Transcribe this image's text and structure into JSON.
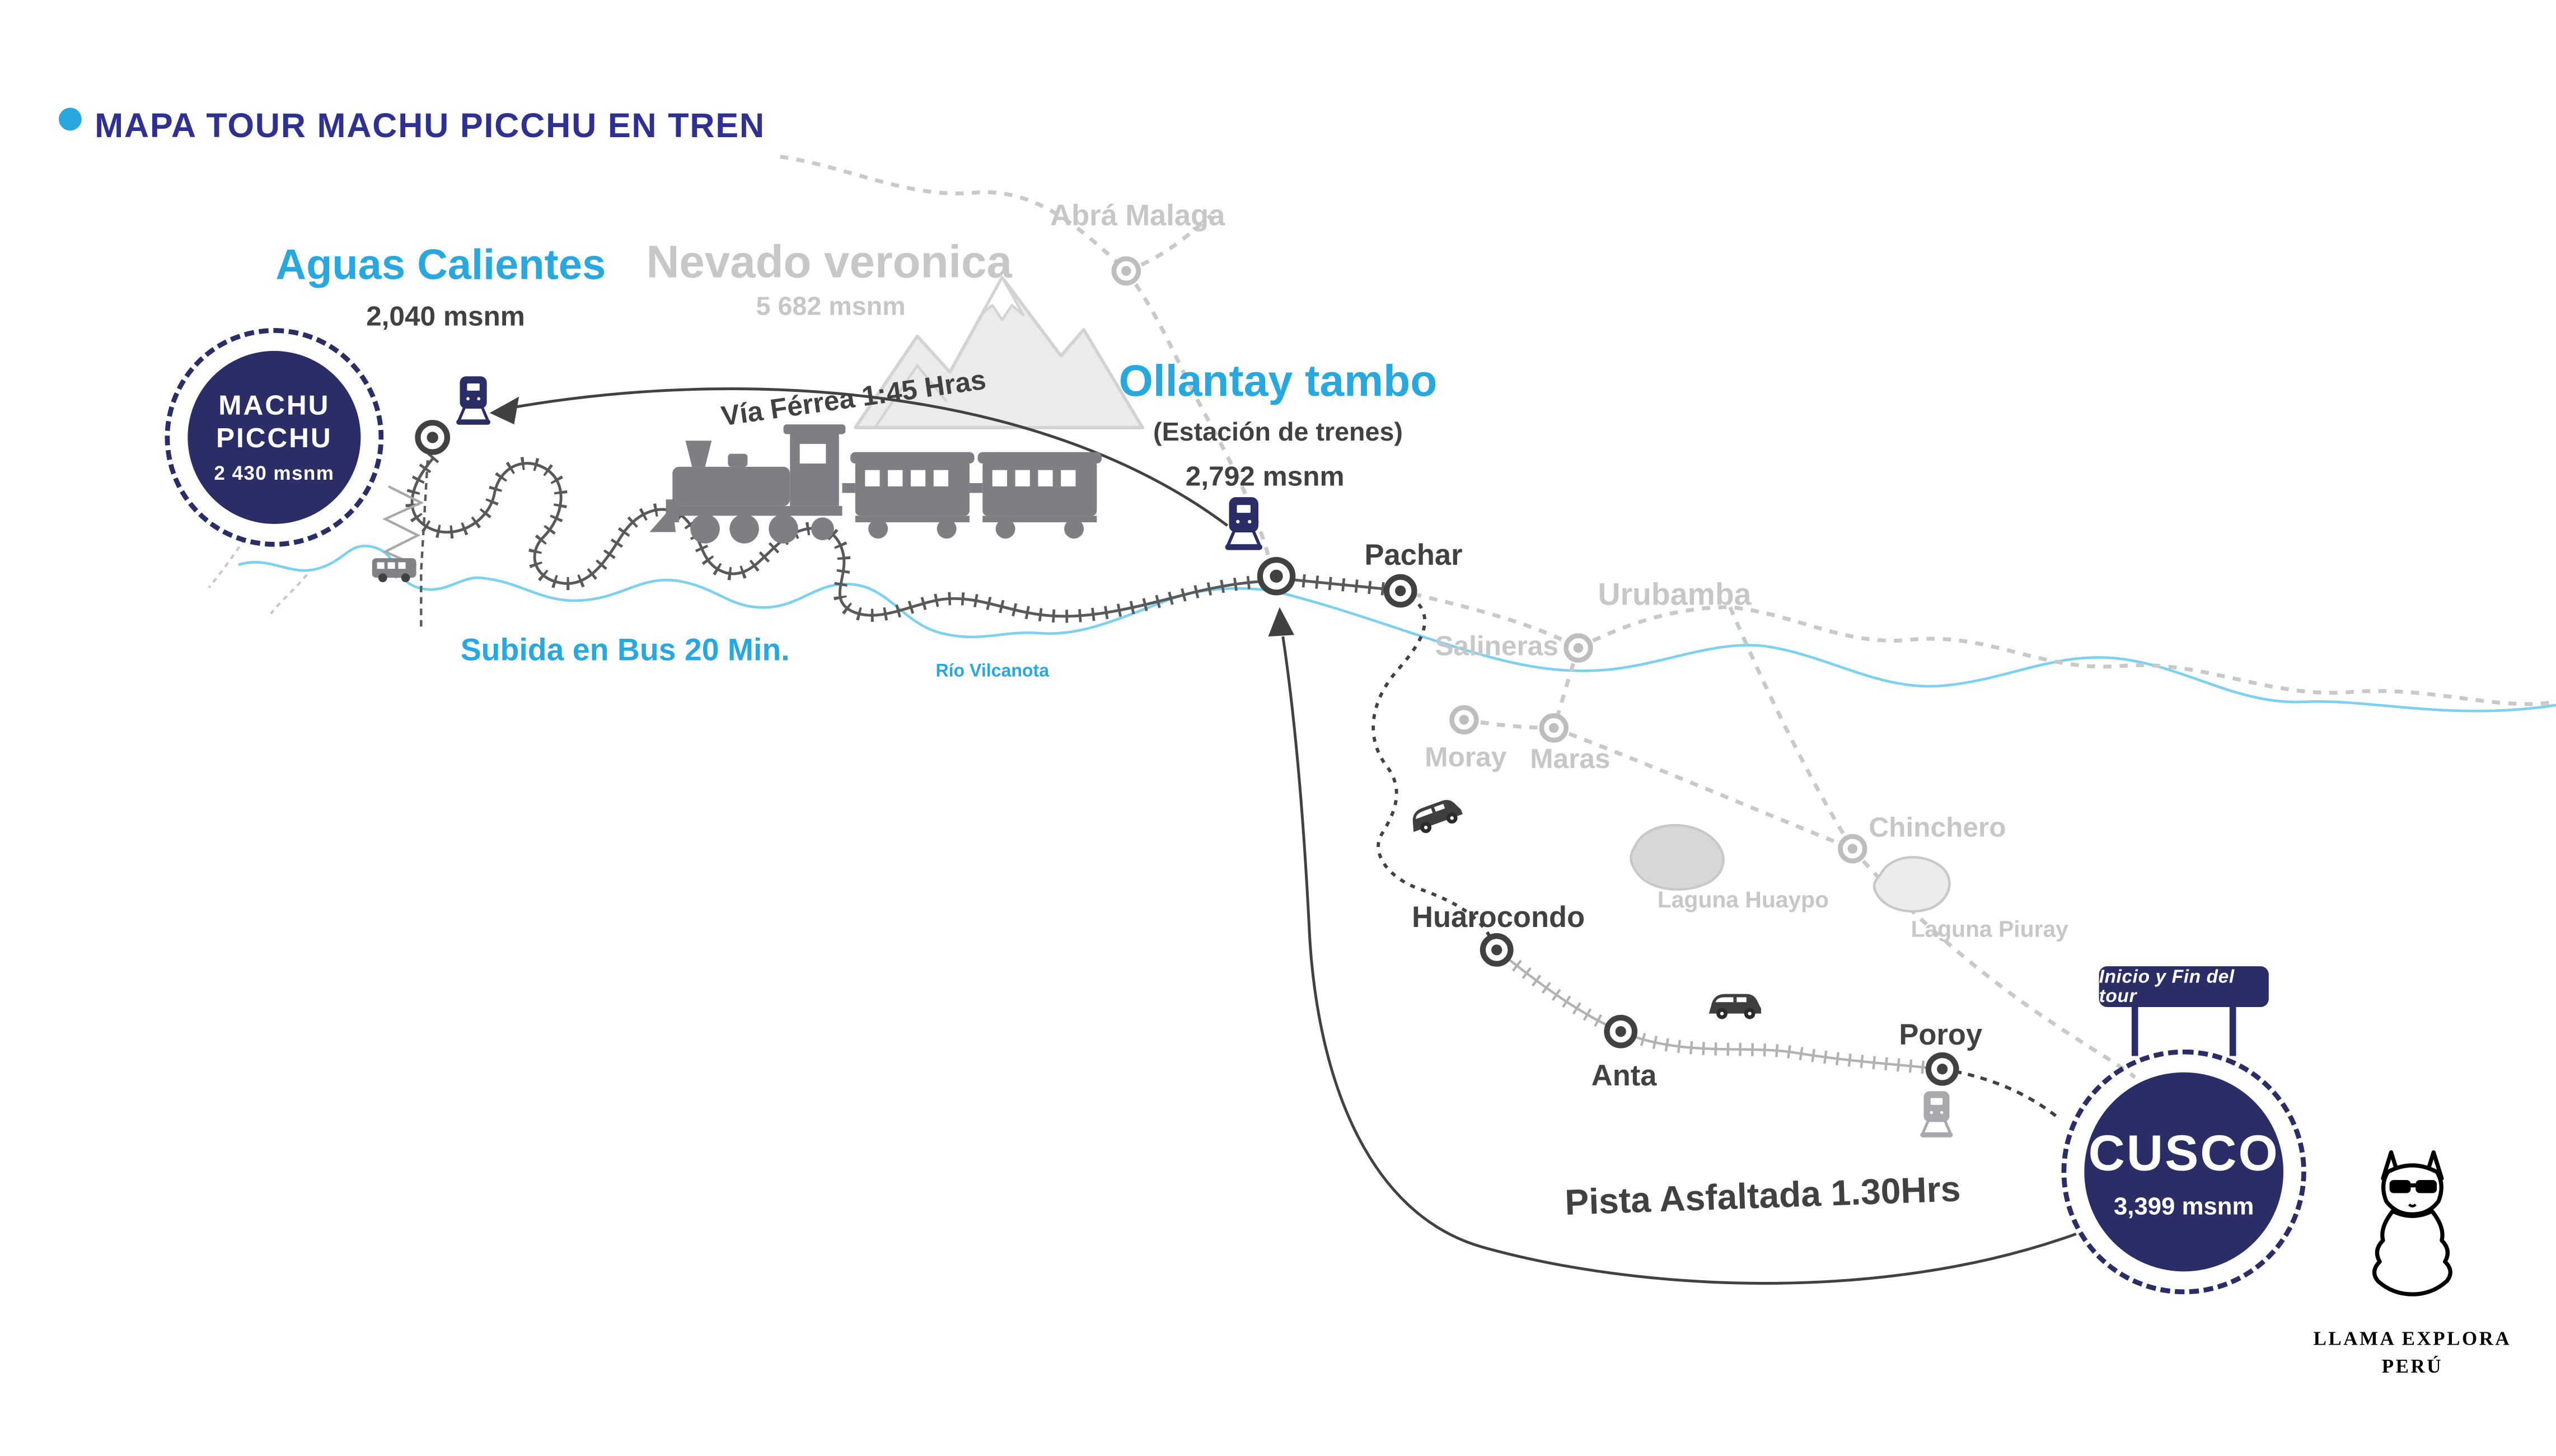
{
  "title": "MAPA TOUR MACHU PICCHU EN TREN",
  "places": {
    "machu_picchu": {
      "line1": "MACHU",
      "line2": "PICCHU",
      "altitude": "2 430 msnm"
    },
    "aguas_calientes": {
      "name": "Aguas Calientes",
      "altitude": "2,040 msnm"
    },
    "nevado_veronica": {
      "name": "Nevado veronica",
      "altitude": "5 682 msnm"
    },
    "abra_malaga": {
      "name": "Abrá Malaga"
    },
    "ollantaytambo": {
      "name": "Ollantay tambo",
      "subtitle": "(Estación de trenes)",
      "altitude": "2,792 msnm"
    },
    "pachar": {
      "name": "Pachar"
    },
    "urubamba": {
      "name": "Urubamba"
    },
    "salineras": {
      "name": "Salineras"
    },
    "moray": {
      "name": "Moray"
    },
    "maras": {
      "name": "Maras"
    },
    "chinchero": {
      "name": "Chinchero"
    },
    "laguna_huaypo": {
      "name": "Laguna Huaypo"
    },
    "laguna_piuray": {
      "name": "Laguna Piuray"
    },
    "huarocondo": {
      "name": "Huarocondo"
    },
    "anta": {
      "name": "Anta"
    },
    "poroy": {
      "name": "Poroy"
    },
    "cusco": {
      "name": "CUSCO",
      "altitude": "3,399 msnm"
    }
  },
  "routes": {
    "via_ferrea": "Vía Férrea 1:45 Hras",
    "subida_bus": "Subida en Bus 20 Min.",
    "rio_vilcanota": "Río Vilcanota",
    "pista_asfaltada": "Pista Asfaltada 1.30Hrs"
  },
  "sign": {
    "label": "Inicio y Fin del tour"
  },
  "logo": {
    "line1": "LLAMA EXPLORA",
    "line2": "PERÚ"
  },
  "colors": {
    "navy": "#2b2d66",
    "cyan": "#29a8e0",
    "gray": "#c5c7c9",
    "dark": "#414042"
  }
}
